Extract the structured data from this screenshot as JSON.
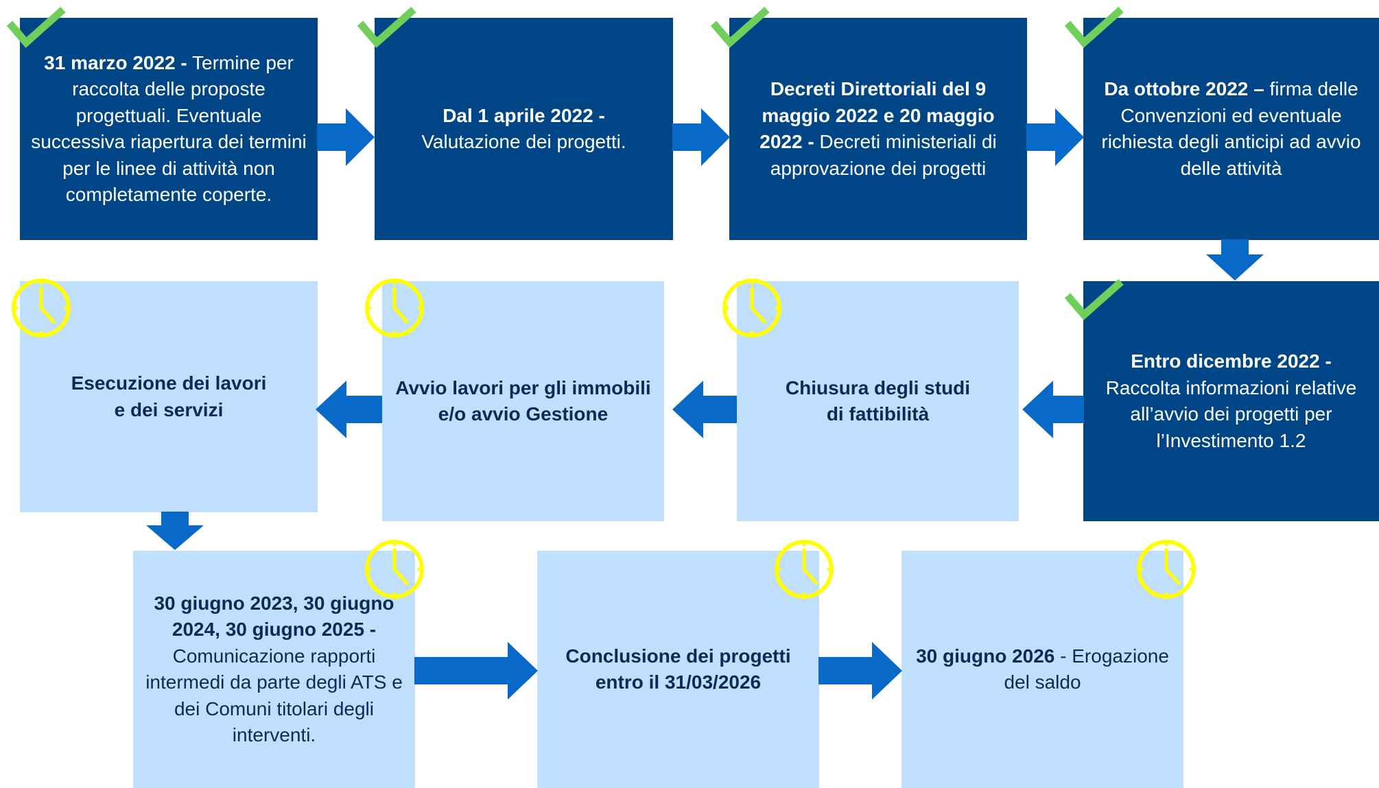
{
  "colors": {
    "dark_box": "#004687",
    "light_box": "#c0dffc",
    "arrow": "#0969c8",
    "check": "#6fcf5a",
    "clock": "#ffff00",
    "light_text": "#0b2a55"
  },
  "steps": [
    {
      "id": "step-1",
      "bold": "31 marzo 2022 -",
      "text": " Termine per raccolta delle proposte progettuali. Eventuale successiva riapertura dei termini per le linee di attività non completamente coperte.",
      "status": "completed",
      "icon": "check-icon"
    },
    {
      "id": "step-2",
      "bold": "Dal 1 aprile 2022 -",
      "text": " Valutazione dei progetti.",
      "status": "completed",
      "icon": "check-icon"
    },
    {
      "id": "step-3",
      "bold": "Decreti Direttoriali del 9 maggio 2022 e 20 maggio 2022 -",
      "text": " Decreti ministeriali di approvazione dei progetti",
      "status": "completed",
      "icon": "check-icon"
    },
    {
      "id": "step-4",
      "bold": "Da ottobre 2022 –",
      "text": " firma delle Convenzioni ed eventuale richiesta degli anticipi ad avvio delle attività",
      "status": "completed",
      "icon": "check-icon"
    },
    {
      "id": "step-5",
      "bold": "Entro dicembre 2022 -",
      "text": " Raccolta informazioni relative all’avvio dei progetti per l’Investimento 1.2",
      "status": "completed",
      "icon": "check-icon"
    },
    {
      "id": "step-6",
      "bold": "Chiusura degli studi di fattibilità",
      "text": "",
      "status": "pending",
      "icon": "clock-icon"
    },
    {
      "id": "step-7",
      "bold": "Avvio lavori per gli immobili e/o avvio Gestione",
      "text": "",
      "status": "pending",
      "icon": "clock-icon"
    },
    {
      "id": "step-8",
      "bold": "Esecuzione dei lavori e dei servizi",
      "text": "",
      "status": "pending",
      "icon": "clock-icon"
    },
    {
      "id": "step-9",
      "bold": "30 giugno 2023, 30 giugno 2024, 30 giugno 2025 -",
      "text": " Comunicazione rapporti intermedi da parte degli ATS e dei Comuni titolari degli interventi.",
      "status": "pending",
      "icon": "clock-icon"
    },
    {
      "id": "step-10",
      "bold": "Conclusione dei progetti entro il 31/03/2026",
      "text": "",
      "status": "pending",
      "icon": "clock-icon"
    },
    {
      "id": "step-11",
      "bold": "30 giugno 2026",
      "text": " - Erogazione del saldo",
      "status": "pending",
      "icon": "clock-icon"
    }
  ]
}
